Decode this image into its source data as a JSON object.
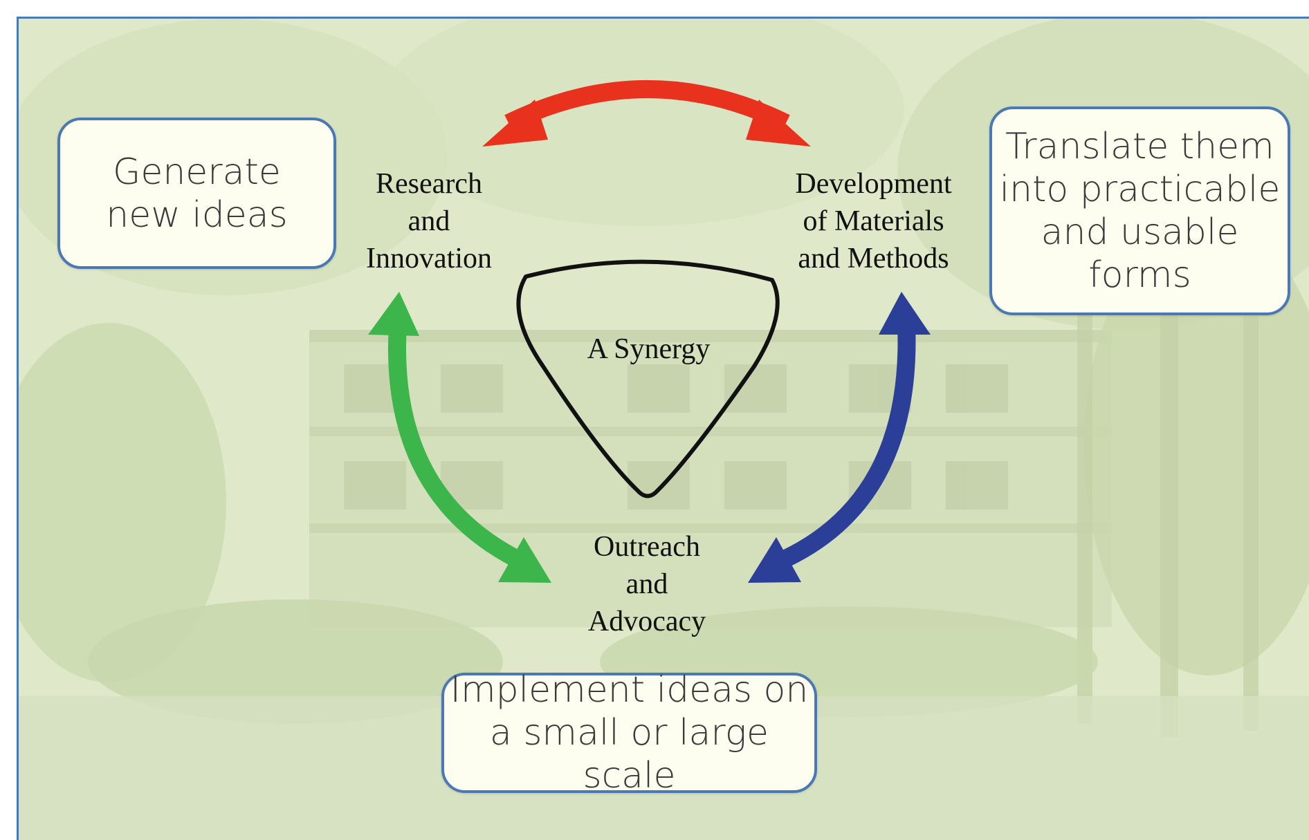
{
  "diagram": {
    "center_label": "A Synergy",
    "nodes": {
      "research": "Research\nand\nInnovation",
      "development": "Development\nof Materials\nand Methods",
      "outreach": "Outreach\nand\nAdvocacy"
    },
    "callouts": {
      "generate": "Generate\nnew ideas",
      "translate": "Translate them\ninto practicable\nand usable\nforms",
      "implement": "Implement ideas on\na small or large scale"
    },
    "arrows": [
      {
        "from": "research",
        "to": "development",
        "color": "#e8321e",
        "direction": "both"
      },
      {
        "from": "research",
        "to": "outreach",
        "color": "#3cb54a",
        "direction": "both"
      },
      {
        "from": "development",
        "to": "outreach",
        "color": "#2c3f98",
        "direction": "both"
      }
    ]
  },
  "colors": {
    "border": "#4a78b4",
    "callout_fill": "#fdfdf0",
    "background": "#dce7c6"
  }
}
